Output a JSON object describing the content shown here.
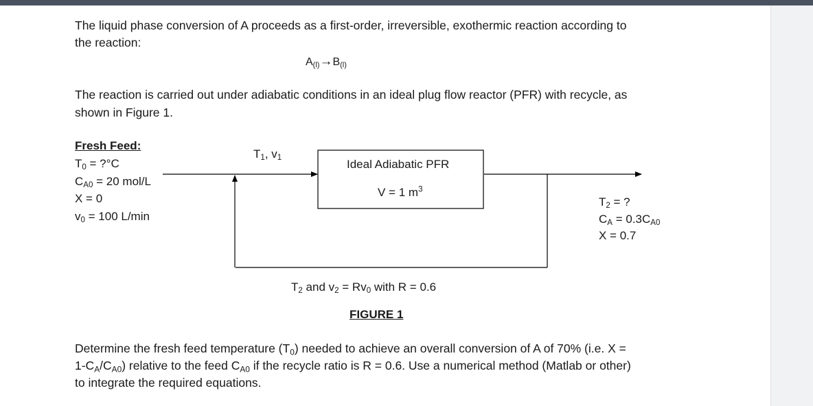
{
  "problem": {
    "intro_line1": "The liquid phase conversion of A proceeds as a first-order, irreversible, exothermic reaction according to",
    "intro_line2": "the reaction:",
    "reaction": {
      "reactant": "A",
      "reactant_phase": "(l)",
      "arrow": "→",
      "product": "B",
      "product_phase": "(l)"
    },
    "conditions_line1": "The reaction is carried out under adiabatic conditions in an ideal plug flow reactor (PFR) with recycle, as",
    "conditions_line2": "shown in Figure 1."
  },
  "figure": {
    "fresh_feed": {
      "heading": "Fresh Feed:",
      "t0": {
        "symbol": "T",
        "sub": "0",
        "rest": " = ?°C"
      },
      "ca0": {
        "symbol": "C",
        "sub": "A0",
        "rest": " = 20 mol/L"
      },
      "x": "X = 0",
      "v0": {
        "symbol": "v",
        "sub": "0",
        "rest": " = 100 L/min"
      }
    },
    "mix_label": {
      "t": "T",
      "t_sub": "1",
      "sep": ", v",
      "v_sub": "1"
    },
    "reactor": {
      "title": "Ideal Adiabatic PFR",
      "volume_prefix": "V = 1 m",
      "volume_exp": "3"
    },
    "outlet": {
      "t2": {
        "symbol": "T",
        "sub": "2",
        "rest": " = ?"
      },
      "ca": {
        "symbol": "C",
        "sub": "A",
        "mid": " = 0.3C",
        "sub2": "A0"
      },
      "x": "X = 0.7"
    },
    "recycle": {
      "p1": "T",
      "p1_sub": "2",
      "p2": " and v",
      "p2_sub": "2",
      "p3": " = Rv",
      "p3_sub": "0",
      "p4": " with R = 0.6"
    },
    "caption": "FIGURE 1"
  },
  "question": {
    "l1_a": "Determine the fresh feed temperature (T",
    "l1_sub": "0",
    "l1_b": ") needed to achieve an overall conversion of A of 70% (i.e. X =",
    "l2_a": "1-C",
    "l2_sub1": "A",
    "l2_b": "/C",
    "l2_sub2": "A0",
    "l2_c": ") relative to the feed C",
    "l2_sub3": "A0",
    "l2_d": " if the recycle ratio is R = 0.6. Use a numerical method (Matlab or other)",
    "l3": "to integrate the required equations."
  },
  "colors": {
    "text": "#1a1a1a",
    "top_bar": "#4a5260",
    "gutter": "#f1f2f4",
    "line": "#000000"
  }
}
